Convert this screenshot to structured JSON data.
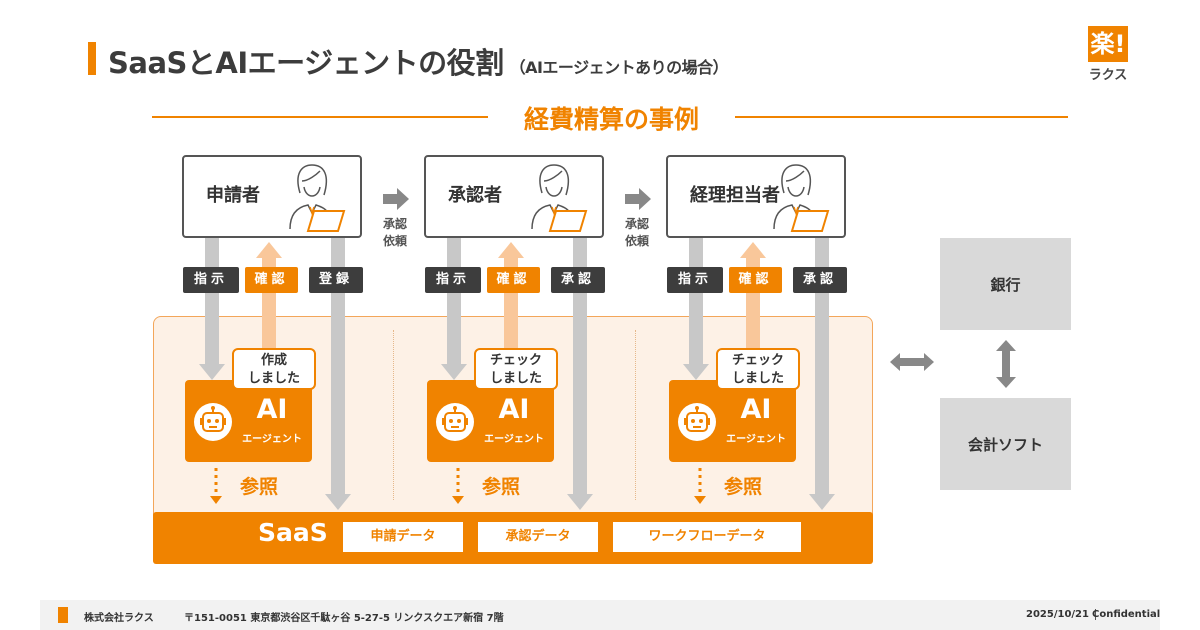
{
  "header": {
    "title": "SaaSとAIエージェントの役割",
    "subtitle": "（AIエージェントありの場合）"
  },
  "logo": {
    "mark": "楽!",
    "name": "ラクス"
  },
  "section_title": "経費精算の事例",
  "flow_label": [
    "承認",
    "依頼"
  ],
  "columns": [
    {
      "role": [
        "申請者"
      ],
      "tags": [
        "指示",
        "確認",
        "登録"
      ],
      "bubble": [
        "作成",
        "しました"
      ],
      "ai": "AI",
      "ai_sub": "エージェント",
      "ref": "参照"
    },
    {
      "role": [
        "承認者"
      ],
      "tags": [
        "指示",
        "確認",
        "承認"
      ],
      "bubble": [
        "チェック",
        "しました"
      ],
      "ai": "AI",
      "ai_sub": "エージェント",
      "ref": "参照"
    },
    {
      "role": [
        "経理",
        "担当者"
      ],
      "tags": [
        "指示",
        "確認",
        "承認"
      ],
      "bubble": [
        "チェック",
        "しました"
      ],
      "ai": "AI",
      "ai_sub": "エージェント",
      "ref": "参照"
    }
  ],
  "saas": {
    "label": "SaaS",
    "boxes": [
      "申請データ",
      "承認データ",
      "ワークフローデータ"
    ]
  },
  "external": {
    "bank": "銀行",
    "accounting": "会計ソフト"
  },
  "footer": {
    "company": "株式会社ラクス",
    "address": "〒151-0051 東京都渋谷区千駄ヶ谷 5-27-5 リンクスクエア新宿 7階",
    "date": "2025/10/21",
    "confidential": "Confidential"
  },
  "colors": {
    "accent": "#f08300",
    "dark": "#3d3d3d",
    "gray": "#d9d9d9"
  }
}
